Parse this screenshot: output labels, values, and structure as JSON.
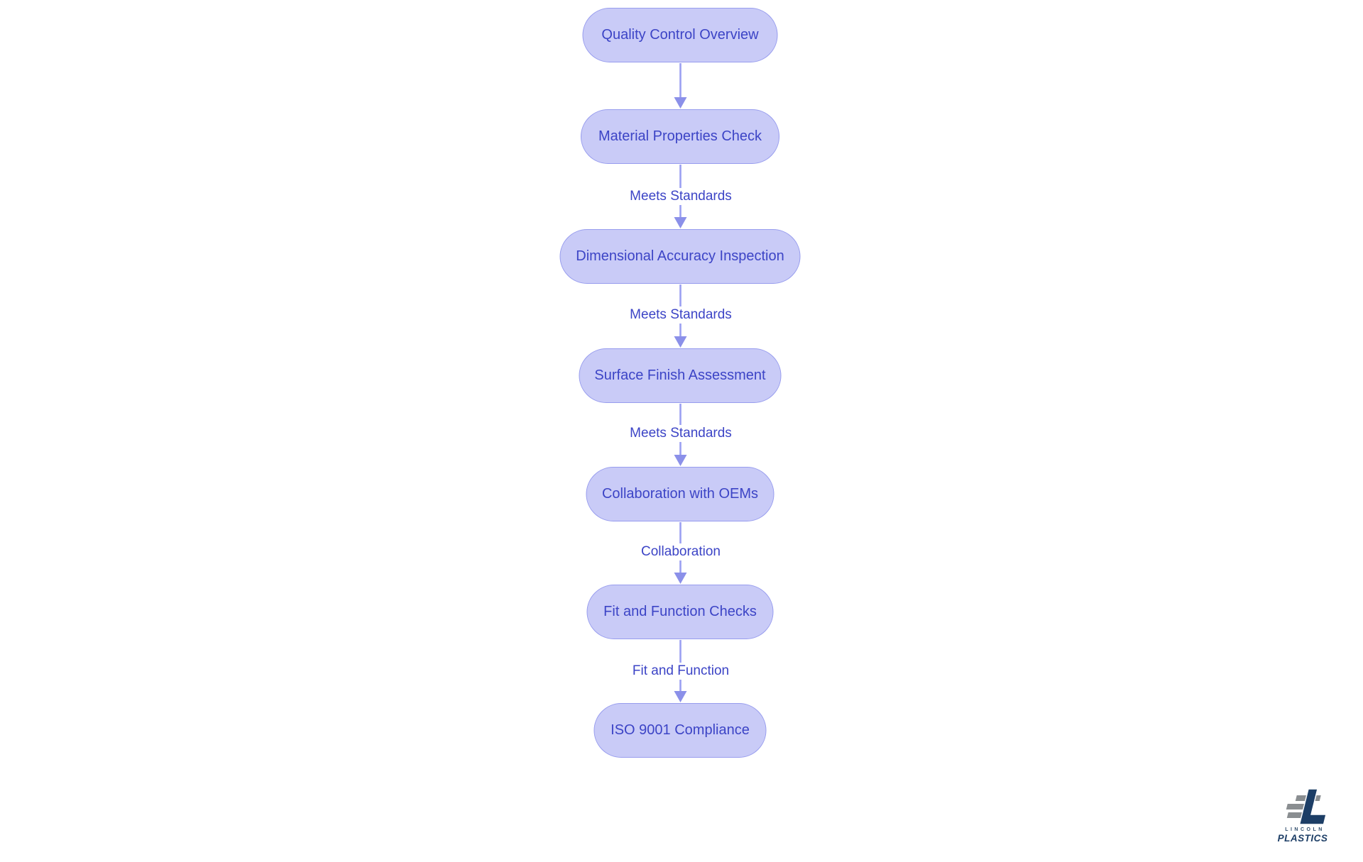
{
  "diagram": {
    "type": "flowchart",
    "direction": "top-down",
    "nodes": [
      {
        "id": "n1",
        "label": "Quality Control Overview"
      },
      {
        "id": "n2",
        "label": "Material Properties Check"
      },
      {
        "id": "n3",
        "label": "Dimensional Accuracy Inspection"
      },
      {
        "id": "n4",
        "label": "Surface Finish Assessment"
      },
      {
        "id": "n5",
        "label": "Collaboration with OEMs"
      },
      {
        "id": "n6",
        "label": "Fit and Function Checks"
      },
      {
        "id": "n7",
        "label": "ISO 9001 Compliance"
      }
    ],
    "edges": [
      {
        "from": "n1",
        "to": "n2",
        "label": ""
      },
      {
        "from": "n2",
        "to": "n3",
        "label": "Meets Standards"
      },
      {
        "from": "n3",
        "to": "n4",
        "label": "Meets Standards"
      },
      {
        "from": "n4",
        "to": "n5",
        "label": "Meets Standards"
      },
      {
        "from": "n5",
        "to": "n6",
        "label": "Collaboration"
      },
      {
        "from": "n6",
        "to": "n7",
        "label": "Fit and Function"
      }
    ]
  },
  "colors": {
    "background": "#ffffff",
    "node_fill": "#c9cbf7",
    "node_border": "#979cee",
    "node_text": "#3c44c6",
    "edge_line": "#9ba0f2",
    "edge_arrowhead": "#8b90e9",
    "edge_label_text": "#3c44c6",
    "logo_navy": "#1d3e66",
    "logo_gray": "#8a8e91"
  },
  "logo": {
    "mark_icon": "stacked-sheets-L",
    "brand_top": "LINCOLN",
    "brand_bottom": "PLASTICS"
  }
}
